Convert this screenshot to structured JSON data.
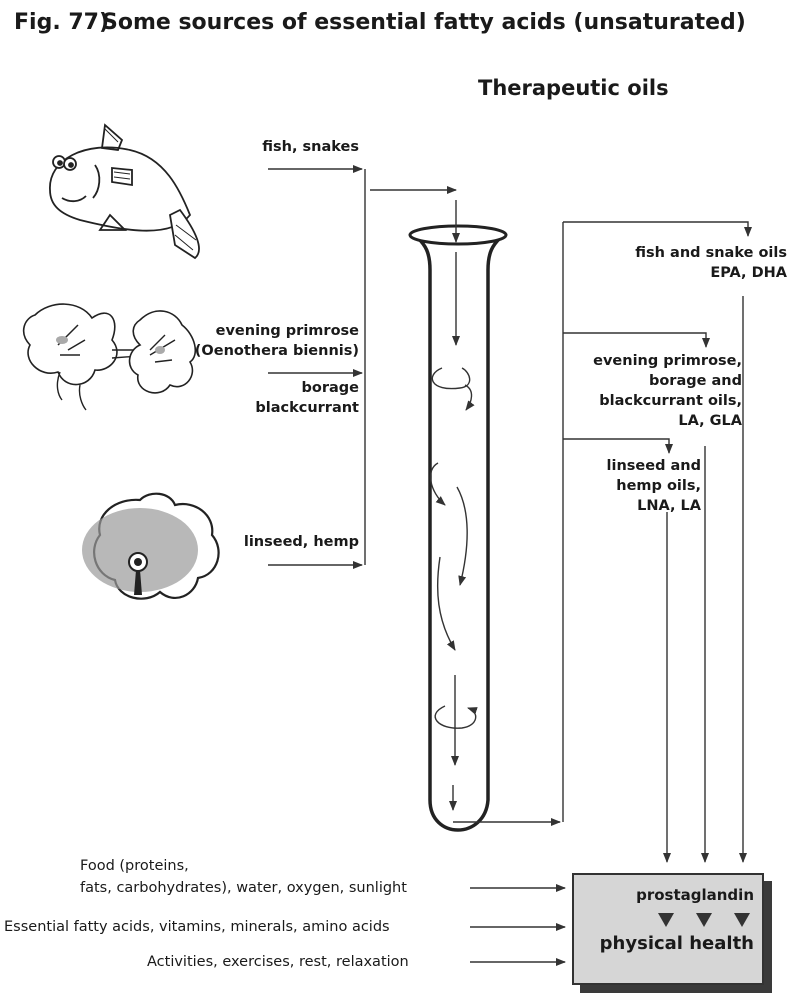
{
  "figure": {
    "number": "Fig. 77)",
    "title": "Some sources of essential fatty acids (unsaturated)",
    "subtitle": "Therapeutic oils"
  },
  "sources": [
    {
      "icon": "fish-icon",
      "label_lines": [
        "fish, snakes"
      ]
    },
    {
      "icon": "primrose-flower-icon",
      "label_lines": [
        "evening primrose",
        "(Oenothera biennis)"
      ],
      "label_below_lines": [
        "borage",
        "blackcurrant"
      ]
    },
    {
      "icon": "linseed-flower-icon",
      "label_lines": [
        "linseed, hemp"
      ]
    }
  ],
  "process": {
    "icon": "test-tube-icon"
  },
  "oils": [
    {
      "lines": [
        "fish and snake oils",
        "EPA, DHA"
      ]
    },
    {
      "lines": [
        "evening primrose,",
        "borage and",
        "blackcurrant oils,",
        "LA, GLA"
      ]
    },
    {
      "lines": [
        "linseed and",
        "hemp oils,",
        "LNA, LA"
      ]
    }
  ],
  "inputs": [
    {
      "lines": [
        "Food (proteins,",
        "fats, carbohydrates), water, oxygen, sunlight"
      ]
    },
    {
      "lines": [
        "Essential fatty acids, vitamins, minerals, amino acids"
      ]
    },
    {
      "lines": [
        "Activities, exercises, rest, relaxation"
      ]
    }
  ],
  "result_box": {
    "top_label": "prostaglandin",
    "bottom_label": "physical health",
    "fill_color": "#d6d6d6"
  }
}
